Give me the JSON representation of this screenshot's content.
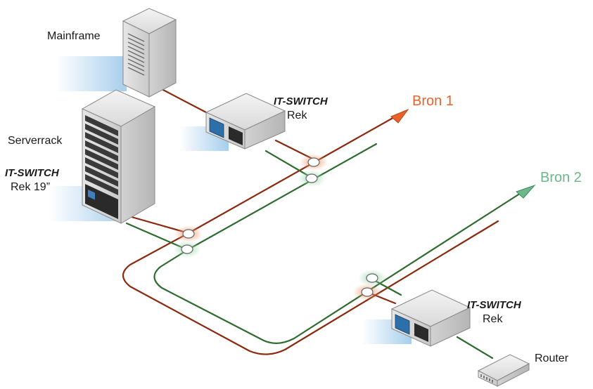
{
  "labels": {
    "mainframe": "Mainframe",
    "serverrack": "Serverrack",
    "rack_switch_brand": "IT-SWITCH",
    "rack_switch_type": "Rek 19”",
    "switch1_brand": "IT-SWITCH",
    "switch1_type": "Rek",
    "switch2_brand": "IT-SWITCH",
    "switch2_type": "Rek",
    "bron1": "Bron 1",
    "bron2": "Bron 2",
    "router": "Router"
  },
  "colors": {
    "bron1": "#e8622a",
    "bron1_line": "#8b2a10",
    "bron2": "#6cb88a",
    "bron2_line": "#2e6b2e",
    "device_shadow": "#9cc8ea",
    "label_text": "#1a1a1a"
  },
  "icons": [
    "mainframe-icon",
    "server-rack-icon",
    "switch-icon",
    "router-icon",
    "bron1-arrow-icon",
    "bron2-arrow-icon",
    "connector-icon"
  ]
}
